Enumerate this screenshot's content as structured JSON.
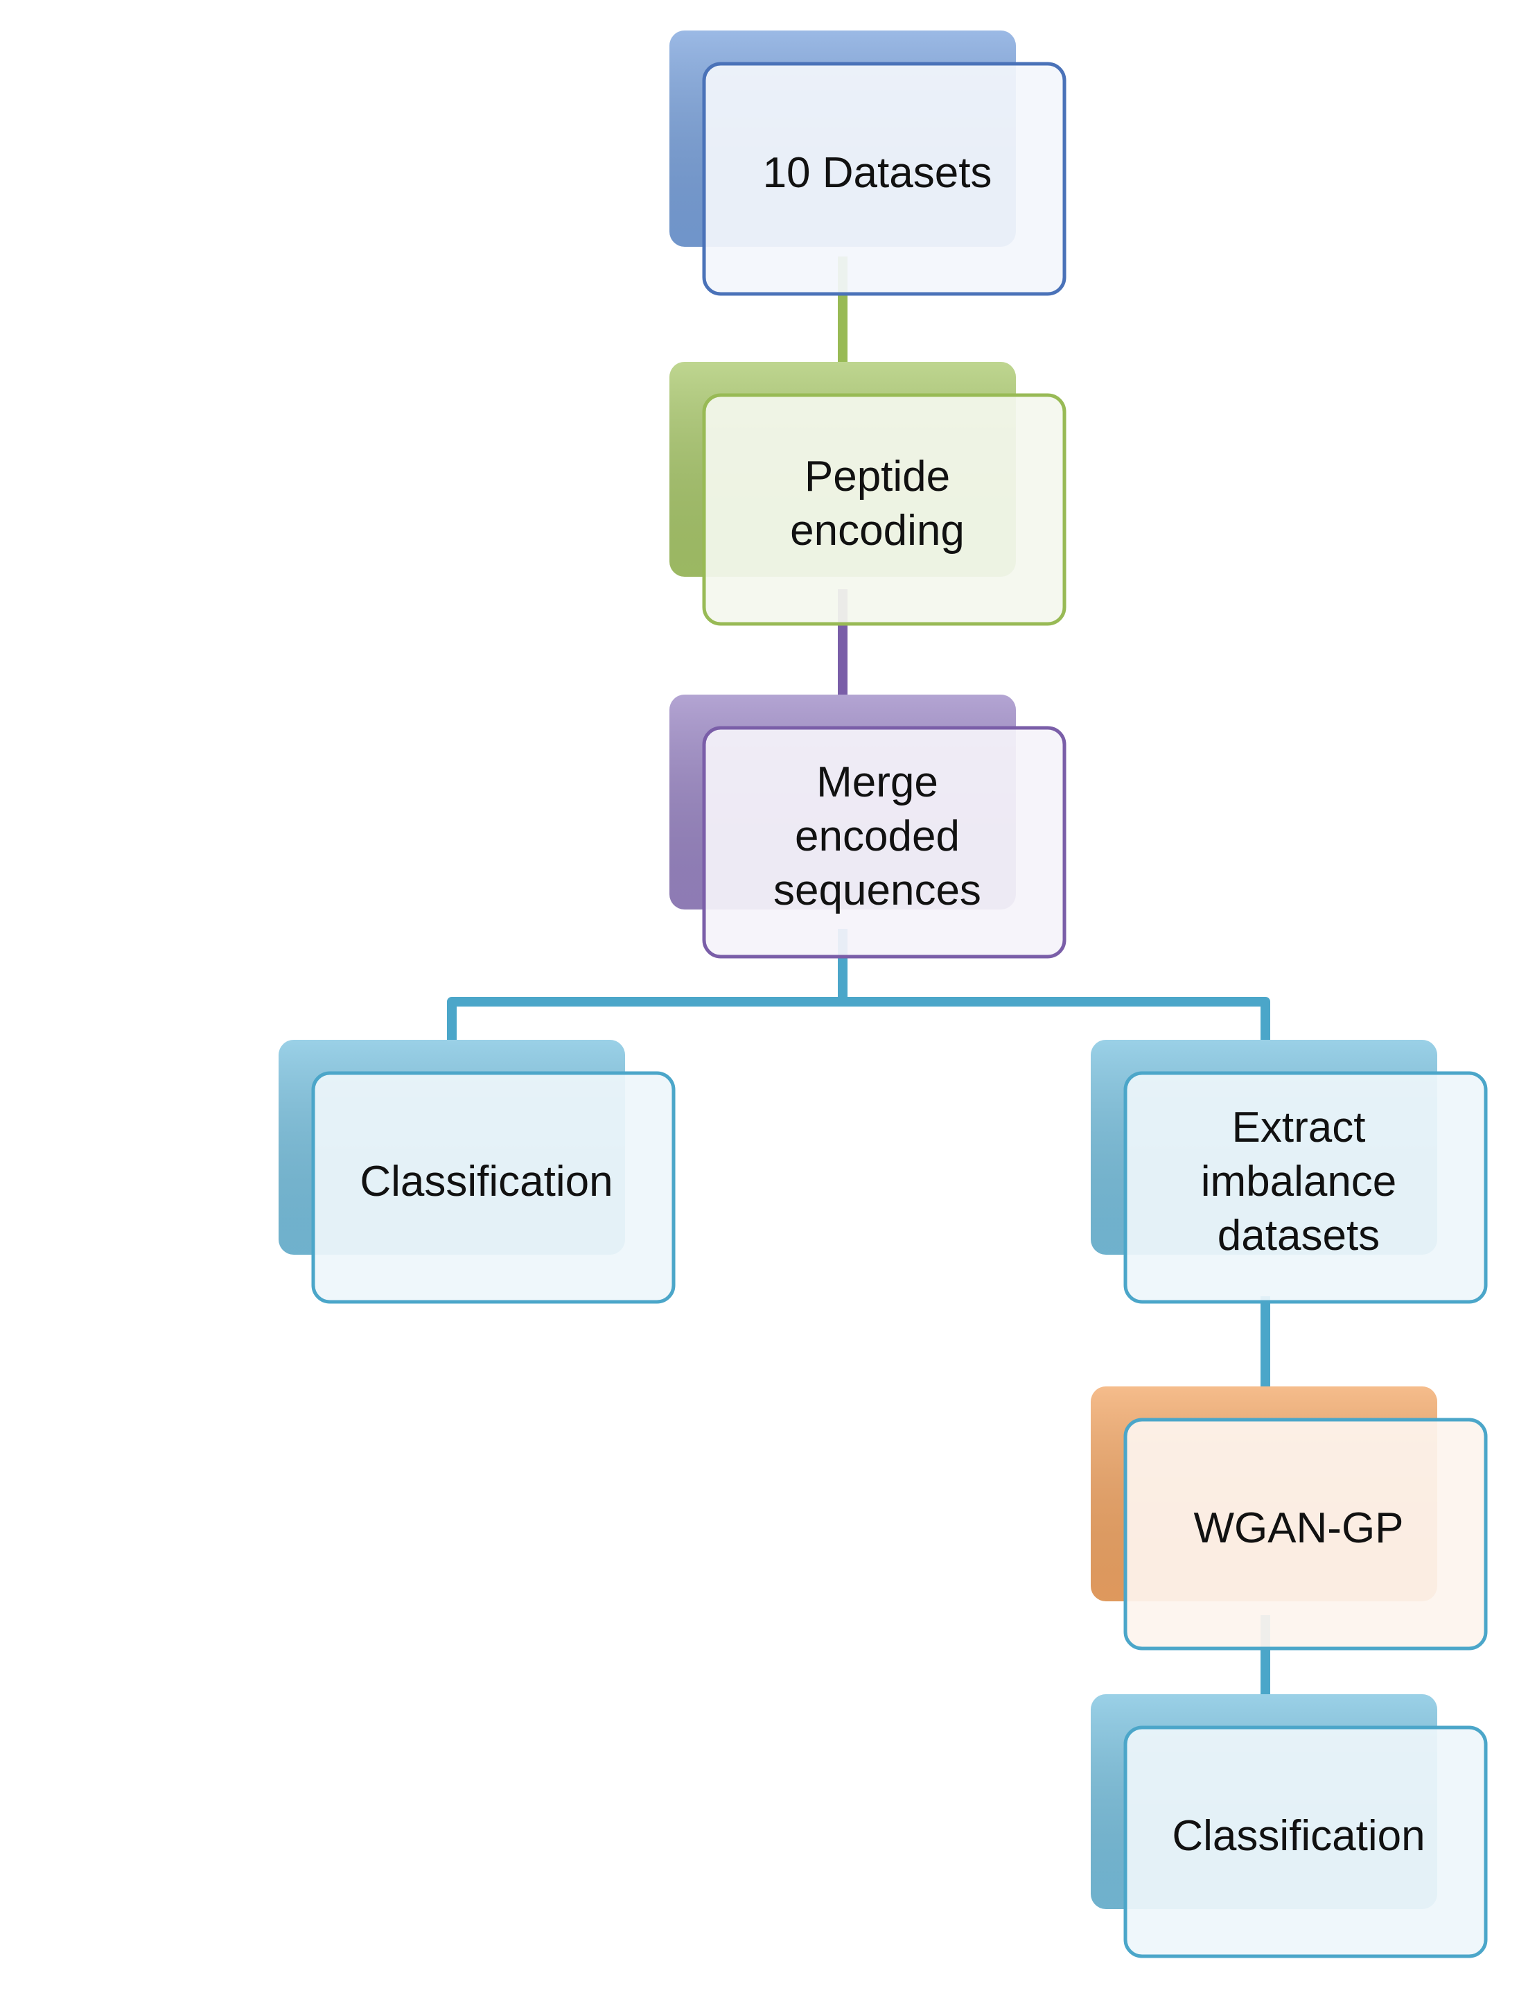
{
  "nodes": [
    {
      "id": "datasets",
      "label_lines": [
        "10 Datasets"
      ],
      "back_color": "#7aa2dc",
      "border_color": "#4a72b8",
      "face_color": "#f3f6fc"
    },
    {
      "id": "peptide-encoding",
      "label_lines": [
        "Peptide",
        "encoding"
      ],
      "back_color": "#a9c86b",
      "border_color": "#98ba55",
      "face_color": "#f4f7ee"
    },
    {
      "id": "merge-encoded",
      "label_lines": [
        "Merge",
        "encoded",
        "sequences"
      ],
      "back_color": "#9a86c4",
      "border_color": "#7a5ea8",
      "face_color": "#f5f3fa"
    },
    {
      "id": "classification-left",
      "label_lines": [
        "Classification"
      ],
      "back_color": "#79c1df",
      "border_color": "#4ba6c9",
      "face_color": "#eef6fb"
    },
    {
      "id": "extract-imbalance",
      "label_lines": [
        "Extract",
        "imbalance",
        "datasets"
      ],
      "back_color": "#79c1df",
      "border_color": "#4ba6c9",
      "face_color": "#eef6fb"
    },
    {
      "id": "wgan-gp",
      "label_lines": [
        "WGAN-GP"
      ],
      "back_color": "#f2a665",
      "border_color": "#4ba6c9",
      "face_color": "#fdf4ee"
    },
    {
      "id": "classification-bottom",
      "label_lines": [
        "Classification"
      ],
      "back_color": "#79c1df",
      "border_color": "#4ba6c9",
      "face_color": "#eef6fb"
    }
  ],
  "edges": [
    {
      "from": "datasets",
      "to": "peptide-encoding",
      "color": "#98ba55"
    },
    {
      "from": "peptide-encoding",
      "to": "merge-encoded",
      "color": "#7a5ea8"
    },
    {
      "from": "merge-encoded",
      "to": "classification-left",
      "color": "#4ba6c9"
    },
    {
      "from": "merge-encoded",
      "to": "extract-imbalance",
      "color": "#4ba6c9"
    },
    {
      "from": "extract-imbalance",
      "to": "wgan-gp",
      "color": "#4ba6c9"
    },
    {
      "from": "wgan-gp",
      "to": "classification-bottom",
      "color": "#4ba6c9"
    }
  ]
}
